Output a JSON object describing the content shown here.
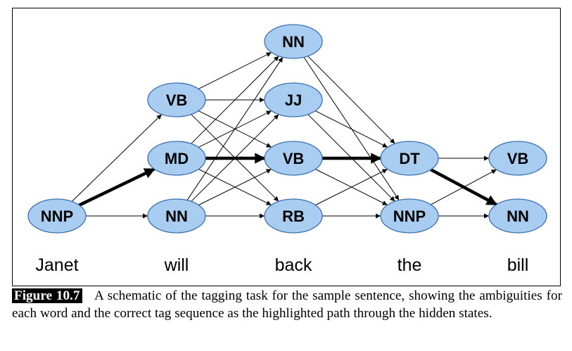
{
  "nodes": [
    {
      "id": "n_janet_nnp",
      "label": "NNP",
      "col": 0,
      "row": 3
    },
    {
      "id": "n_will_vb",
      "label": "VB",
      "col": 1,
      "row": 1
    },
    {
      "id": "n_will_md",
      "label": "MD",
      "col": 1,
      "row": 2
    },
    {
      "id": "n_will_nn",
      "label": "NN",
      "col": 1,
      "row": 3
    },
    {
      "id": "n_back_nn",
      "label": "NN",
      "col": 2,
      "row": 0
    },
    {
      "id": "n_back_jj",
      "label": "JJ",
      "col": 2,
      "row": 1
    },
    {
      "id": "n_back_vb",
      "label": "VB",
      "col": 2,
      "row": 2
    },
    {
      "id": "n_back_rb",
      "label": "RB",
      "col": 2,
      "row": 3
    },
    {
      "id": "n_the_dt",
      "label": "DT",
      "col": 3,
      "row": 2
    },
    {
      "id": "n_the_nnp",
      "label": "NNP",
      "col": 3,
      "row": 3
    },
    {
      "id": "n_bill_vb",
      "label": "VB",
      "col": 4,
      "row": 2
    },
    {
      "id": "n_bill_nn",
      "label": "NN",
      "col": 4,
      "row": 3
    }
  ],
  "words": [
    "Janet",
    "will",
    "back",
    "the",
    "bill"
  ],
  "highlighted_path": [
    "n_janet_nnp",
    "n_will_md",
    "n_back_vb",
    "n_the_dt",
    "n_bill_nn"
  ],
  "caption": {
    "label": "Figure 10.7",
    "text": "A schematic of the tagging task for the sample sentence, showing the ambiguities for each word and the correct tag sequence as the highlighted path through the hidden states."
  },
  "colors": {
    "node_fill": "#a8cdf0",
    "node_stroke": "#3b6fb0",
    "edge": "#000000"
  }
}
